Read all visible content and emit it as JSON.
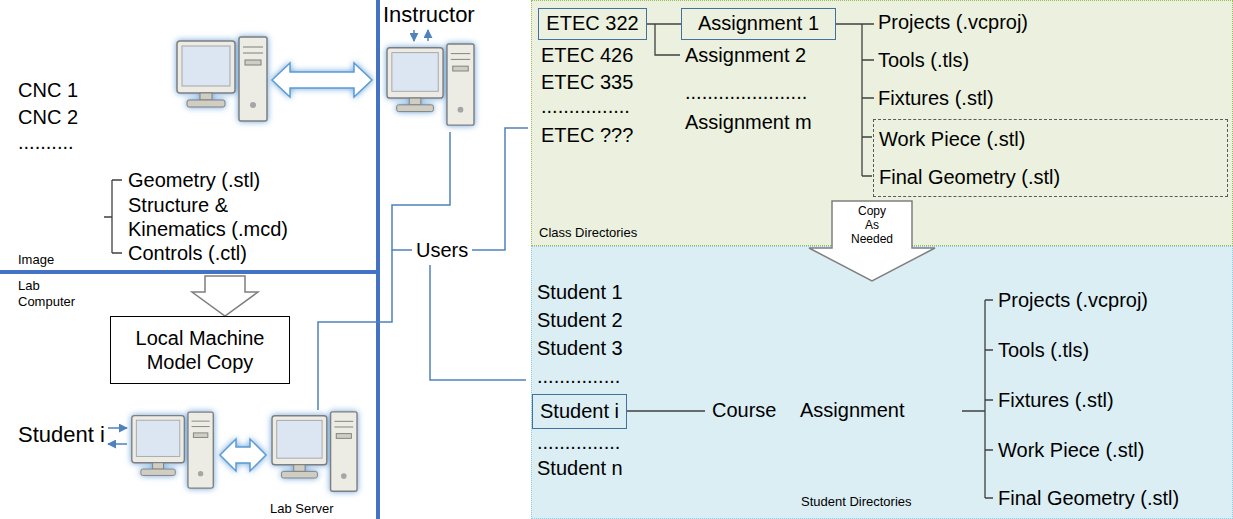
{
  "diagram": {
    "nodes": [
      {
        "text": [
          "Class Directories"
        ]
      },
      {
        "text": [
          "ETEC 322"
        ],
        "in": 0
      },
      {
        "text": [
          "Assignment 1"
        ],
        "in": 0
      },
      {
        "text": [
          "Work Piece (.stl)",
          "Final Geometry (.stl)"
        ],
        "in": 0
      },
      {
        "text": [
          "Copy As Needed"
        ]
      },
      {
        "text": [
          "Student Directories"
        ]
      },
      {
        "text": [
          "Student i"
        ],
        "in": 5
      },
      {
        "text": [
          "Local Machine Model Copy"
        ]
      }
    ],
    "edges": [
      {
        "from": 1,
        "to": 2,
        "arrow": "none"
      }
    ],
    "labels": [
      "Instructor",
      "CNC 1",
      "CNC 2",
      "..........",
      "Geometry (.stl)",
      "Structure & Kinematics (.mcd)",
      "Controls (.ctl)",
      "Users",
      "Image",
      "Lab Computer",
      "Student i",
      "Lab Server",
      "ETEC 426",
      "ETEC 335",
      "................",
      "ETEC ???",
      "Assignment 2",
      "......................",
      "Assignment m",
      "Projects (.vcproj)",
      "Tools (.tls)",
      "Fixtures (.stl)",
      "Student 1",
      "Student 2",
      "Student 3",
      "...............",
      "...............",
      "Student n",
      "Course",
      "Assignment",
      "Projects (.vcproj)",
      "Tools (.tls)",
      "Fixtures (.stl)",
      "Work Piece (.stl)",
      "Final Geometry (.stl)"
    ]
  }
}
